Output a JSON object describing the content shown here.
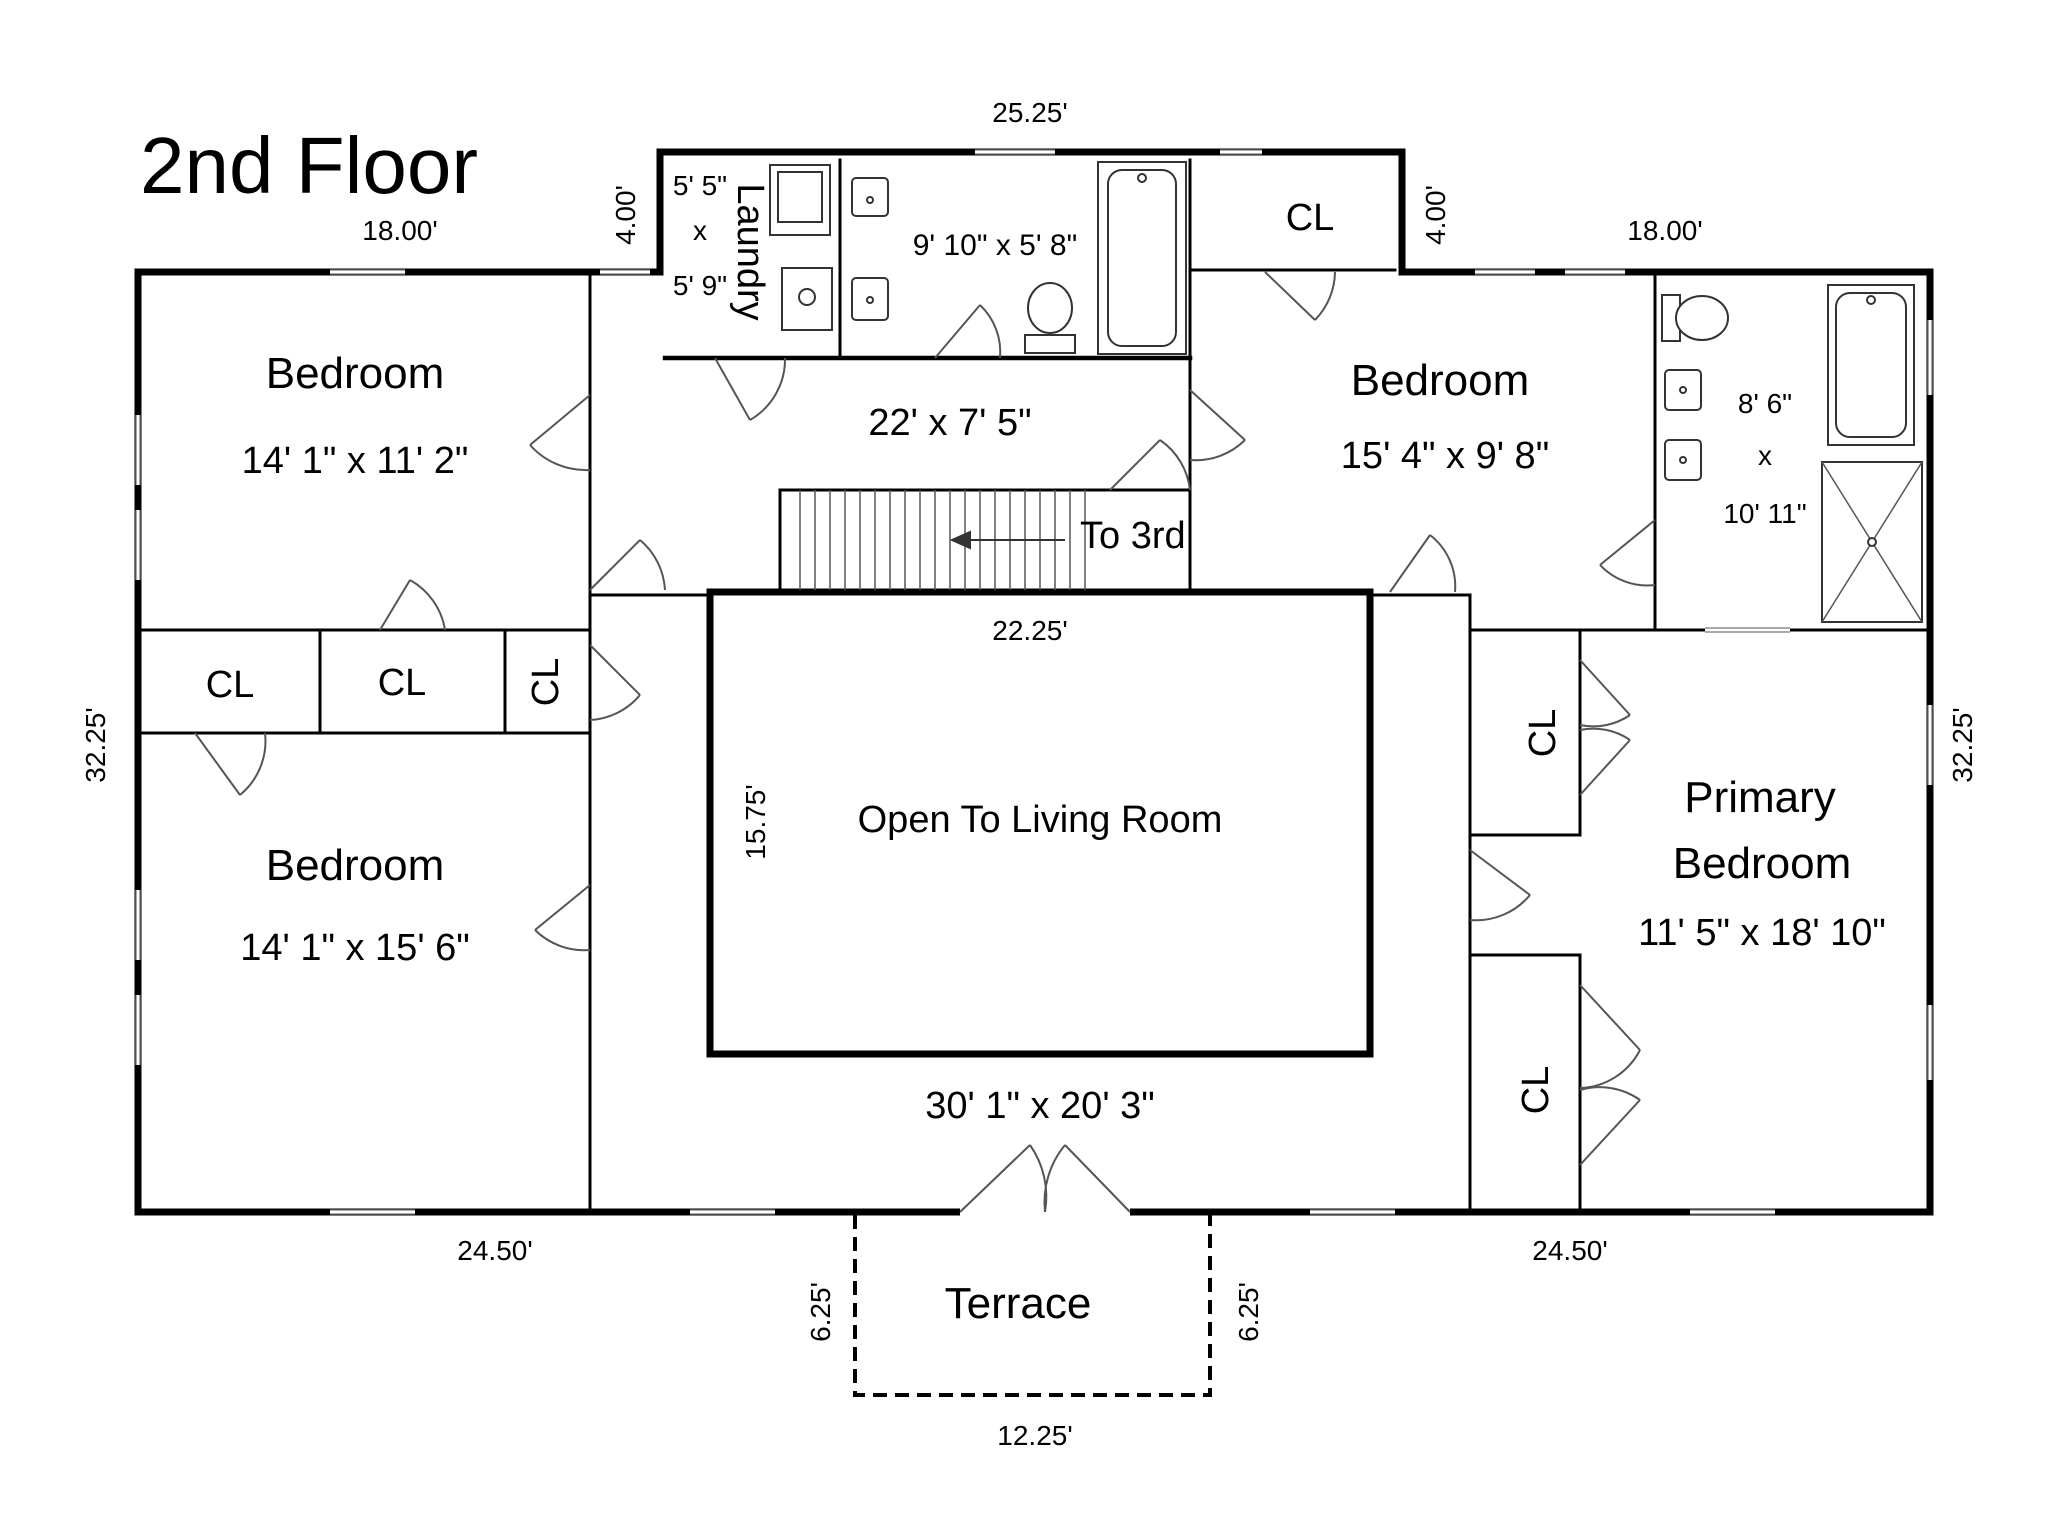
{
  "title": "2nd Floor",
  "exterior_dimensions": {
    "top_center": "25.25'",
    "top_left": "18.00'",
    "top_right": "18.00'",
    "notch_left": "4.00'",
    "notch_right": "4.00'",
    "left": "32.25'",
    "right": "32.25'",
    "bottom_left": "24.50'",
    "bottom_right": "24.50'"
  },
  "rooms": {
    "bedroom_nw": {
      "name": "Bedroom",
      "size": "14' 1\" x 11' 2\""
    },
    "bedroom_sw": {
      "name": "Bedroom",
      "size": "14' 1\" x 15' 6\""
    },
    "bedroom_ne": {
      "name": "Bedroom",
      "size": "15' 4\" x 9' 8\""
    },
    "primary": {
      "name_line1": "Primary",
      "name_line2": "Bedroom",
      "size": "11' 5\" x 18' 10\""
    },
    "laundry": {
      "name": "Laundry",
      "dim_a": "5' 5\"",
      "dim_x": "x",
      "dim_b": "5' 9\""
    },
    "bath_hall": {
      "size": "9' 10\" x 5' 8\""
    },
    "bath_primary": {
      "dim_a": "8' 6\"",
      "dim_x": "x",
      "dim_b": "10' 11\""
    },
    "hall_upper": {
      "size": "22' x 7' 5\""
    },
    "stairs": {
      "label": "To 3rd"
    },
    "open_area": {
      "label": "Open To Living Room",
      "width": "22.25'",
      "height": "15.75'"
    },
    "hall_lower": {
      "size": "30' 1\" x 20' 3\""
    },
    "terrace": {
      "name": "Terrace",
      "left": "6.25'",
      "right": "6.25'",
      "bottom": "12.25'"
    },
    "closet_label": "CL"
  }
}
